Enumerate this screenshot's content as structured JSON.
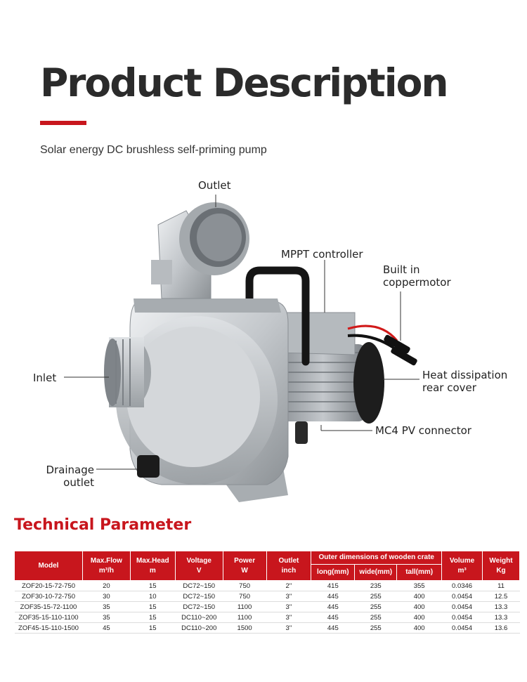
{
  "header": {
    "title": "Product Description",
    "subtitle": "Solar energy DC brushless self-priming pump"
  },
  "callouts": {
    "outlet": "Outlet",
    "mppt": "MPPT controller",
    "motor_line1": "Built in",
    "motor_line2": "coppermotor",
    "inlet": "Inlet",
    "heat_line1": "Heat dissipation",
    "heat_line2": "rear cover",
    "mc4": "MC4 PV connector",
    "drain_line1": "Drainage",
    "drain_line2": "outlet"
  },
  "tech": {
    "title": "Technical Parameter",
    "headers": {
      "model": "Model",
      "flow_1": "Max.Flow",
      "flow_2": "m³/h",
      "head_1": "Max.Head",
      "head_2": "m",
      "voltage_1": "Voltage",
      "voltage_2": "V",
      "power_1": "Power",
      "power_2": "W",
      "outlet_1": "Outlet",
      "outlet_2": "inch",
      "crate": "Outer dimensions of wooden crate",
      "long": "long(mm)",
      "wide": "wide(mm)",
      "tall": "tall(mm)",
      "volume_1": "Volume",
      "volume_2": "m³",
      "weight_1": "Weight",
      "weight_2": "Kg"
    },
    "rows": [
      [
        "ZOF20-15-72-750",
        "20",
        "15",
        "DC72~150",
        "750",
        "2''",
        "415",
        "235",
        "355",
        "0.0346",
        "11"
      ],
      [
        "ZOF30-10-72-750",
        "30",
        "10",
        "DC72~150",
        "750",
        "3''",
        "445",
        "255",
        "400",
        "0.0454",
        "12.5"
      ],
      [
        "ZOF35-15-72-1100",
        "35",
        "15",
        "DC72~150",
        "1100",
        "3''",
        "445",
        "255",
        "400",
        "0.0454",
        "13.3"
      ],
      [
        "ZOF35-15-110-1100",
        "35",
        "15",
        "DC110~200",
        "1100",
        "3''",
        "445",
        "255",
        "400",
        "0.0454",
        "13.3"
      ],
      [
        "ZOF45-15-110-1500",
        "45",
        "15",
        "DC110~200",
        "1500",
        "3''",
        "445",
        "255",
        "400",
        "0.0454",
        "13.6"
      ]
    ]
  },
  "colors": {
    "accent": "#c8161d",
    "pump_body": "#c9ccd0",
    "motor": "#9ea3a8"
  }
}
